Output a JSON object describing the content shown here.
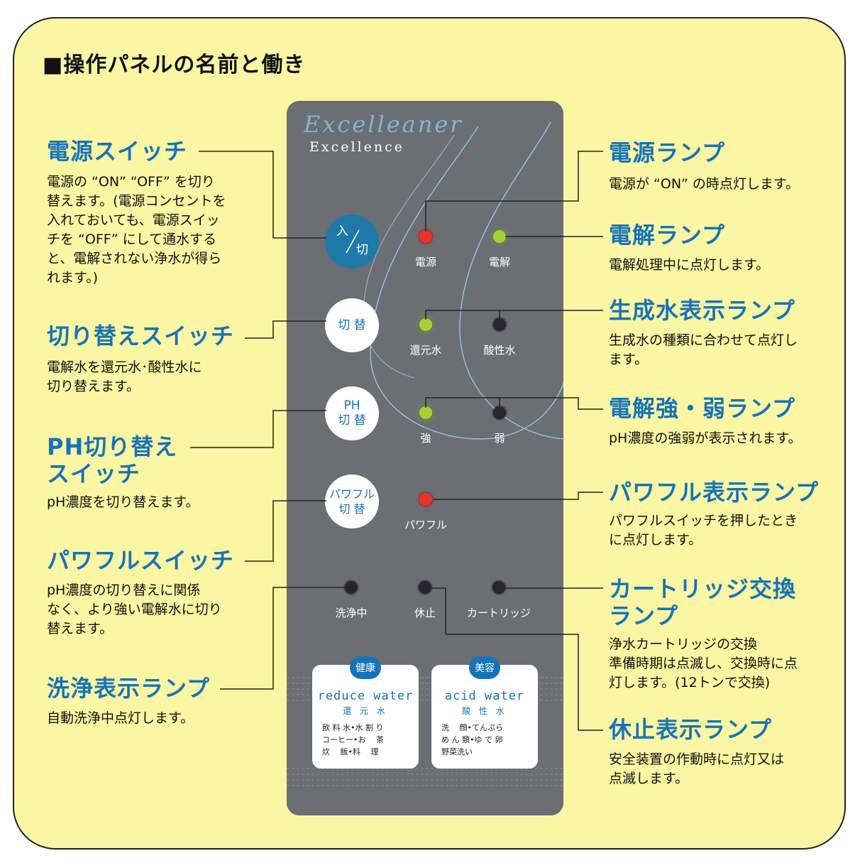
{
  "title": "■操作パネルの名前と働き",
  "panel": {
    "brand_script": "Excelleaner",
    "brand_name": "Excellence",
    "buttons": {
      "power": [
        "入",
        "切"
      ],
      "switch": [
        "切 替"
      ],
      "ph": [
        "PH",
        "切 替"
      ],
      "powerful": [
        "パワフル",
        "切 替"
      ]
    },
    "lamps": [
      {
        "id": "dengen",
        "label": "電源",
        "color": "#e8352b"
      },
      {
        "id": "denkai",
        "label": "電解",
        "color": "#a8cf3a"
      },
      {
        "id": "kangensui",
        "label": "還元水",
        "color": "#a8cf3a"
      },
      {
        "id": "sanseisui",
        "label": "酸性水",
        "color": "#2b2230"
      },
      {
        "id": "kyou",
        "label": "強",
        "color": "#a8cf3a"
      },
      {
        "id": "jaku",
        "label": "弱",
        "color": "#2b2230"
      },
      {
        "id": "powerful",
        "label": "パワフル",
        "color": "#e8352b"
      },
      {
        "id": "senjou",
        "label": "洗浄中",
        "color": "#2b2230"
      },
      {
        "id": "kyushi",
        "label": "休止",
        "color": "#2b2230"
      },
      {
        "id": "cartridge",
        "label": "カートリッジ",
        "color": "#2b2230"
      }
    ],
    "water_cards": [
      {
        "badge": "健康",
        "en": "reduce water",
        "jp": "還 元 水",
        "uses": [
          "飲 料 水•水 割 り",
          "コーヒー•お　 茶",
          "炊　 飯•料　 理"
        ]
      },
      {
        "badge": "美容",
        "en": "acid water",
        "jp": "酸 性 水",
        "uses": [
          "洗　 顔•てんぷら",
          "め ん 類•ゆ で 卵",
          "野菜洗い"
        ]
      }
    ]
  },
  "callouts_left": [
    {
      "id": "power-switch",
      "heading": [
        "電源スイッチ"
      ],
      "desc": [
        "電源の “ON” “OFF” を切り",
        "替えます。(電源コンセントを",
        "入れておいても、電源スイッ",
        "チを “OFF” にして通水する",
        "と、電解されない浄水が得ら",
        "れます。)"
      ]
    },
    {
      "id": "switch-switch",
      "heading": [
        "切り替えスイッチ"
      ],
      "desc": [
        "電解水を還元水･酸性水に",
        "切り替えます。"
      ]
    },
    {
      "id": "ph-switch",
      "heading": [
        "PH切り替え",
        "スイッチ"
      ],
      "desc": [
        "pH濃度を切り替えます。"
      ]
    },
    {
      "id": "powerful-switch",
      "heading": [
        "パワフルスイッチ"
      ],
      "desc": [
        "pH濃度の切り替えに関係",
        "なく、より強い電解水に切り",
        "替えます。"
      ]
    },
    {
      "id": "cleaning-lamp",
      "heading": [
        "洗浄表示ランプ"
      ],
      "desc": [
        "自動洗浄中点灯します。"
      ]
    }
  ],
  "callouts_right": [
    {
      "id": "power-lamp",
      "heading": [
        "電源ランプ"
      ],
      "desc": [
        "電源が “ON” の時点灯します。"
      ]
    },
    {
      "id": "electrolysis-lamp",
      "heading": [
        "電解ランプ"
      ],
      "desc": [
        "電解処理中に点灯します。"
      ]
    },
    {
      "id": "water-type-lamp",
      "heading": [
        "生成水表示ランプ"
      ],
      "desc": [
        "生成水の種類に合わせて点灯し",
        "ます。"
      ]
    },
    {
      "id": "strength-lamp",
      "heading": [
        "電解強・弱ランプ"
      ],
      "desc": [
        "pH濃度の強弱が表示されます。"
      ]
    },
    {
      "id": "powerful-lamp",
      "heading": [
        "パワフル表示ランプ"
      ],
      "desc": [
        "パワフルスイッチを押したとき",
        "に点灯します。"
      ]
    },
    {
      "id": "cartridge-lamp",
      "heading": [
        "カートリッジ交換",
        "ランプ"
      ],
      "desc": [
        "浄水カートリッジの交換",
        "準備時期は点滅し、交換時に点",
        "灯します。(12トンで交換)"
      ]
    },
    {
      "id": "pause-lamp",
      "heading": [
        "休止表示ランプ"
      ],
      "desc": [
        "安全装置の作動時に点灯又は",
        "点滅します。"
      ]
    }
  ]
}
